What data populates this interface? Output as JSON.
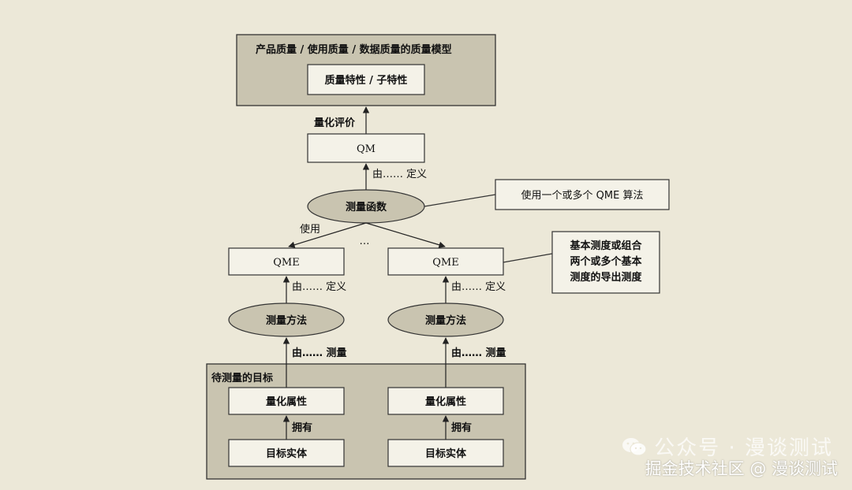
{
  "diagram": {
    "outer_top_label": "产品质量 / 使用质量 / 数据质量的质量模型",
    "quality_characteristic": "质量特性 / 子特性",
    "quantitative_evaluation": "量化评价",
    "qm": "QM",
    "defined_by_top": "由…… 定义",
    "measurement_function": "测量函数",
    "callout_top": "使用一个或多个 QME 算法",
    "uses": "使用",
    "ellipsis": "…",
    "qme_left": "QME",
    "qme_right": "QME",
    "callout_right_lines": [
      "基本测度或组合",
      "两个或多个基本",
      "测度的导出测度"
    ],
    "defined_by_left": "由…… 定义",
    "defined_by_right": "由…… 定义",
    "measurement_method_left": "测量方法",
    "measurement_method_right": "测量方法",
    "measured_by_left": "由…… 测量",
    "measured_by_right": "由…… 测量",
    "target_label": "待测量的目标",
    "quant_attr_left": "量化属性",
    "quant_attr_right": "量化属性",
    "has_left": "拥有",
    "has_right": "拥有",
    "entity_left": "目标实体",
    "entity_right": "目标实体"
  },
  "watermark": {
    "top": "公众号 · 漫谈测试",
    "bottom": "掘金技术社区 @ 漫谈测试",
    "icon": "wechat-icon"
  }
}
